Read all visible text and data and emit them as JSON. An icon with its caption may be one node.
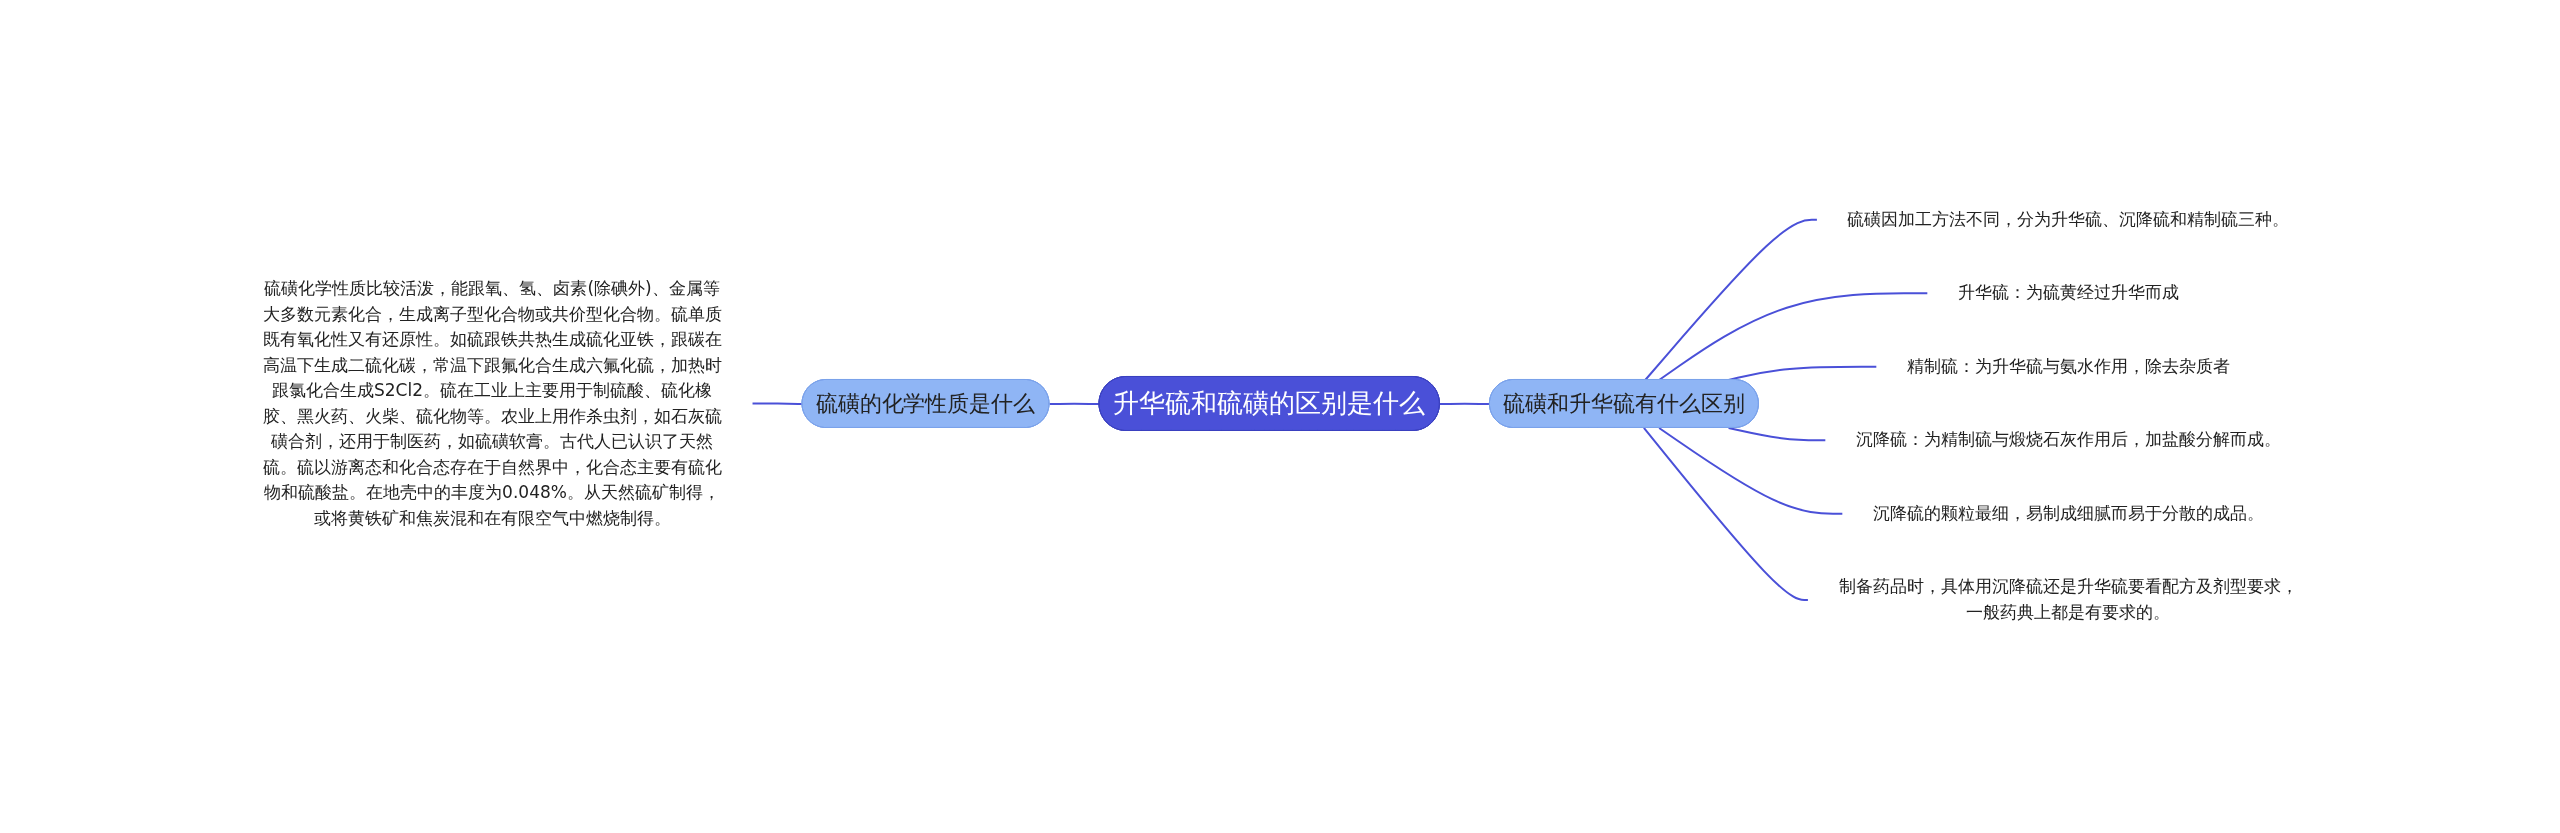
{
  "diagram": {
    "nodes": [
      {
        "text": [
          "升华硫和硫磺的区别是什么"
        ]
      },
      {
        "text": [
          "硫磺的化学性质是什么"
        ]
      },
      {
        "text": [
          "硫磺化学性质比较活泼，能跟氧、氢、卤素(除碘外)、金属等大多数元素化合，生成离子型化合物或共价型化合物。硫单质既有氧化性又有还原性。如硫跟铁共热生成硫化亚铁，跟碳在高温下生成二硫化碳，常温下跟氟化合生成六氟化硫，加热时跟氯化合生成S2Cl2。硫在工业上主要用于制硫酸、硫化橡胶、黑火药、火柴、硫化物等。农业上用作杀虫剂，如石灰硫磺合剂，还用于制医药，如硫磺软膏。古代人已认识了天然硫。硫以游离态和化合态存在于自然界中，化合态主要有硫化物和硫酸盐。在地壳中的丰度为0.048%。从天然硫矿制得，或将黄铁矿和焦炭混和在有限空气中燃烧制得。"
        ]
      },
      {
        "text": [
          "硫磺和升华硫有什么区别"
        ]
      },
      {
        "text": [
          "硫磺因加工方法不同，分为升华硫、沉降硫和精制硫三种。"
        ]
      },
      {
        "text": [
          "升华硫：为硫黄经过升华而成"
        ]
      },
      {
        "text": [
          "精制硫：为升华硫与氨水作用，除去杂质者"
        ]
      },
      {
        "text": [
          "沉降硫：为精制硫与煅烧石灰作用后，加盐酸分解而成。"
        ]
      },
      {
        "text": [
          "沉降硫的颗粒最细，易制成细腻而易于分散的成品。"
        ]
      },
      {
        "text": [
          "制备药品时，具体用沉降硫还是升华硫要看配方及剂型要求，一般药典上都是有要求的。"
        ]
      }
    ],
    "edges": [
      {
        "from": 0,
        "to": 1,
        "arrow": "none"
      },
      {
        "from": 1,
        "to": 2,
        "arrow": "none"
      },
      {
        "from": 0,
        "to": 3,
        "arrow": "none"
      },
      {
        "from": 3,
        "to": 4,
        "arrow": "none"
      },
      {
        "from": 3,
        "to": 5,
        "arrow": "none"
      },
      {
        "from": 3,
        "to": 6,
        "arrow": "none"
      },
      {
        "from": 3,
        "to": 7,
        "arrow": "none"
      },
      {
        "from": 3,
        "to": 8,
        "arrow": "none"
      },
      {
        "from": 3,
        "to": 9,
        "arrow": "none"
      }
    ]
  }
}
